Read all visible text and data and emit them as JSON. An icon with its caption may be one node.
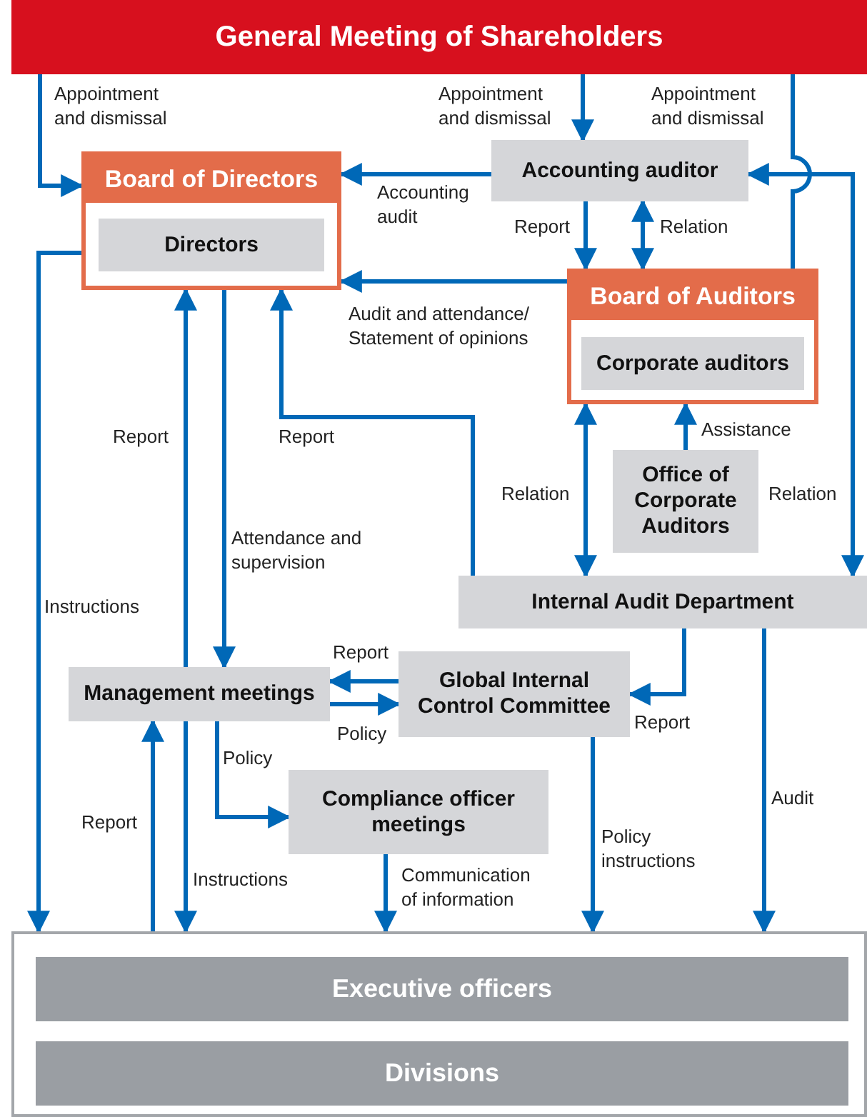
{
  "diagram": {
    "nodes": [
      {
        "text": [
          "General Meeting of Shareholders"
        ]
      },
      {
        "text": [
          "Board of Directors"
        ]
      },
      {
        "text": [
          "Directors"
        ],
        "in": 1
      },
      {
        "text": [
          "Accounting auditor"
        ]
      },
      {
        "text": [
          "Board of Auditors"
        ]
      },
      {
        "text": [
          "Corporate auditors"
        ],
        "in": 4
      },
      {
        "text": [
          "Office of Corporate Auditors"
        ]
      },
      {
        "text": [
          "Internal Audit Department"
        ]
      },
      {
        "text": [
          "Management meetings"
        ]
      },
      {
        "text": [
          "Global Internal Control Committee"
        ]
      },
      {
        "text": [
          "Compliance officer meetings"
        ]
      },
      {
        "text": [],
        "shape": "box"
      },
      {
        "text": [
          "Executive officers"
        ],
        "in": 11
      },
      {
        "text": [
          "Divisions"
        ],
        "in": 11
      }
    ],
    "edges": [
      {
        "from": 0,
        "to": 1,
        "arrow": "to",
        "label": "Appointment and dismissal"
      },
      {
        "from": 0,
        "to": 3,
        "arrow": "to",
        "label": "Appointment and dismissal"
      },
      {
        "from": 0,
        "to": 4,
        "arrow": "none",
        "label": "Appointment and dismissal"
      },
      {
        "from": 3,
        "to": 1,
        "arrow": "to",
        "label": "Accounting audit"
      },
      {
        "from": 4,
        "to": 1,
        "arrow": "to",
        "label": "Audit and attendance/ Statement of opinions"
      },
      {
        "from": 3,
        "to": 4,
        "arrow": "to",
        "label": "Report"
      },
      {
        "from": 3,
        "to": 4,
        "arrow": "both",
        "label": "Relation"
      },
      {
        "from": 3,
        "to": 7,
        "arrow": "both",
        "label": "Relation"
      },
      {
        "from": 6,
        "to": 4,
        "arrow": "to",
        "label": "Assistance"
      },
      {
        "from": 4,
        "to": 7,
        "arrow": "both",
        "label": "Relation"
      },
      {
        "from": 7,
        "to": 1,
        "arrow": "to",
        "label": "Report"
      },
      {
        "from": 8,
        "to": 1,
        "arrow": "to",
        "label": "Report"
      },
      {
        "from": 1,
        "to": 8,
        "arrow": "to",
        "label": "Attendance and supervision"
      },
      {
        "from": 1,
        "to": 11,
        "arrow": "to",
        "label": "Instructions"
      },
      {
        "from": 9,
        "to": 8,
        "arrow": "to",
        "label": "Report"
      },
      {
        "from": 8,
        "to": 9,
        "arrow": "to",
        "label": "Policy"
      },
      {
        "from": 7,
        "to": 9,
        "arrow": "to",
        "label": "Report"
      },
      {
        "from": 7,
        "to": 11,
        "arrow": "to",
        "label": "Audit"
      },
      {
        "from": 8,
        "to": 10,
        "arrow": "to",
        "label": "Policy"
      },
      {
        "from": 11,
        "to": 8,
        "arrow": "to",
        "label": "Report"
      },
      {
        "from": 8,
        "to": 11,
        "arrow": "to",
        "label": "Instructions"
      },
      {
        "from": 10,
        "to": 11,
        "arrow": "to",
        "label": "Communication of information"
      },
      {
        "from": 9,
        "to": 11,
        "arrow": "to",
        "label": "Policy instructions"
      }
    ]
  }
}
